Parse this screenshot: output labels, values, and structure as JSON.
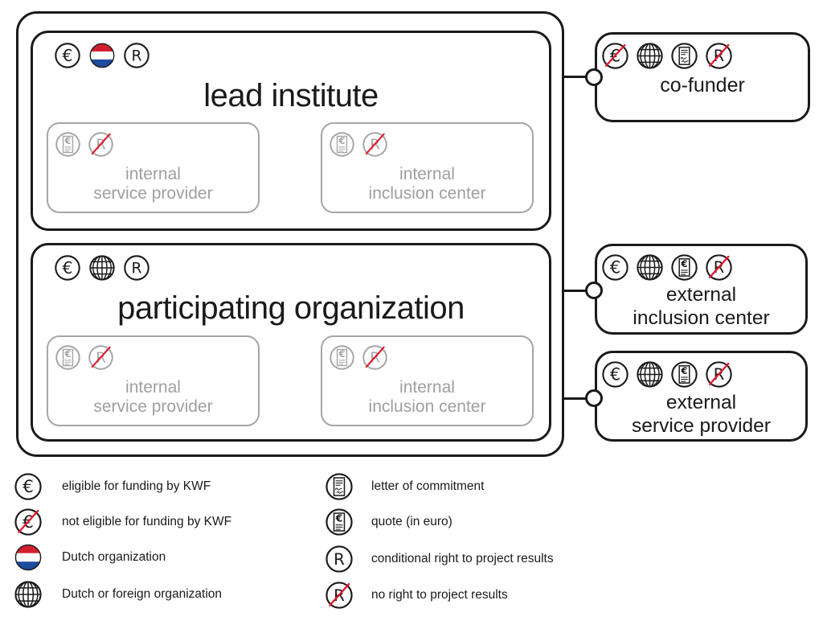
{
  "colors": {
    "ink": "#1a1a1a",
    "gray": "#a6a6a6",
    "red": "#e2182d",
    "flag_red": "#d21f2e",
    "flag_white": "#ffffff",
    "flag_blue": "#1e4b9e"
  },
  "diagram": {
    "lead_institute": {
      "title": "lead institute",
      "icons": [
        "euro",
        "dutch-flag",
        "conditional-right"
      ],
      "internal": [
        {
          "line1": "internal",
          "line2": "service provider",
          "icons": [
            "quote-euro",
            "no-right"
          ]
        },
        {
          "line1": "internal",
          "line2": "inclusion center",
          "icons": [
            "quote-euro",
            "no-right"
          ]
        }
      ]
    },
    "participating_organization": {
      "title": "participating organization",
      "icons": [
        "euro",
        "globe",
        "conditional-right"
      ],
      "internal": [
        {
          "line1": "internal",
          "line2": "service provider",
          "icons": [
            "quote-euro",
            "no-right"
          ]
        },
        {
          "line1": "internal",
          "line2": "inclusion center",
          "icons": [
            "quote-euro",
            "no-right"
          ]
        }
      ]
    },
    "externals": [
      {
        "line1": "co-funder",
        "icons": [
          "euro-crossed",
          "globe",
          "letter-of-commitment",
          "no-right"
        ]
      },
      {
        "line1": "external",
        "line2": "inclusion center",
        "icons": [
          "euro",
          "globe",
          "quote-euro",
          "no-right"
        ]
      },
      {
        "line1": "external",
        "line2": "service provider",
        "icons": [
          "euro",
          "globe",
          "quote-euro",
          "no-right"
        ]
      }
    ]
  },
  "legend": {
    "left": [
      {
        "icon": "euro",
        "label": "eligible for funding by KWF"
      },
      {
        "icon": "euro-crossed",
        "label": "not eligible for funding by KWF"
      },
      {
        "icon": "dutch-flag",
        "label": "Dutch organization"
      },
      {
        "icon": "globe",
        "label": "Dutch or foreign organization"
      }
    ],
    "right": [
      {
        "icon": "letter-of-commitment",
        "label": "letter of commitment"
      },
      {
        "icon": "quote-euro",
        "label": "quote (in euro)"
      },
      {
        "icon": "conditional-right",
        "label": "conditional right to project results"
      },
      {
        "icon": "no-right",
        "label": "no right to project results"
      }
    ]
  }
}
